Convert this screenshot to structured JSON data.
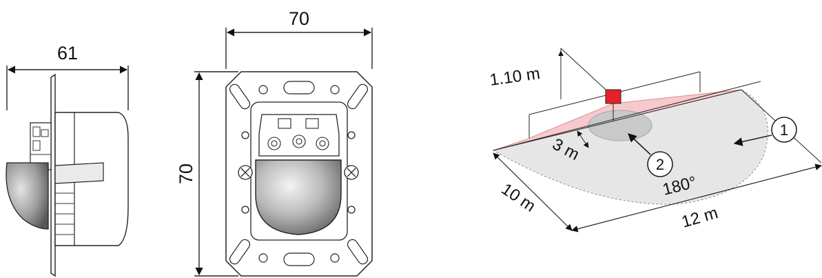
{
  "side_view": {
    "width_label": "61"
  },
  "front_view": {
    "width_label": "70",
    "height_label": "70"
  },
  "coverage": {
    "mount_height_label": "1.10 m",
    "inner_radius_label": "3 m",
    "outer_depth_label": "10 m",
    "outer_width_label": "12 m",
    "angle_label": "180°",
    "callout_1": "1",
    "callout_2": "2",
    "sensor_color": "#e8202a",
    "detection_fill": "#f6c9cc",
    "floor_fill": "#e6e6e6"
  }
}
